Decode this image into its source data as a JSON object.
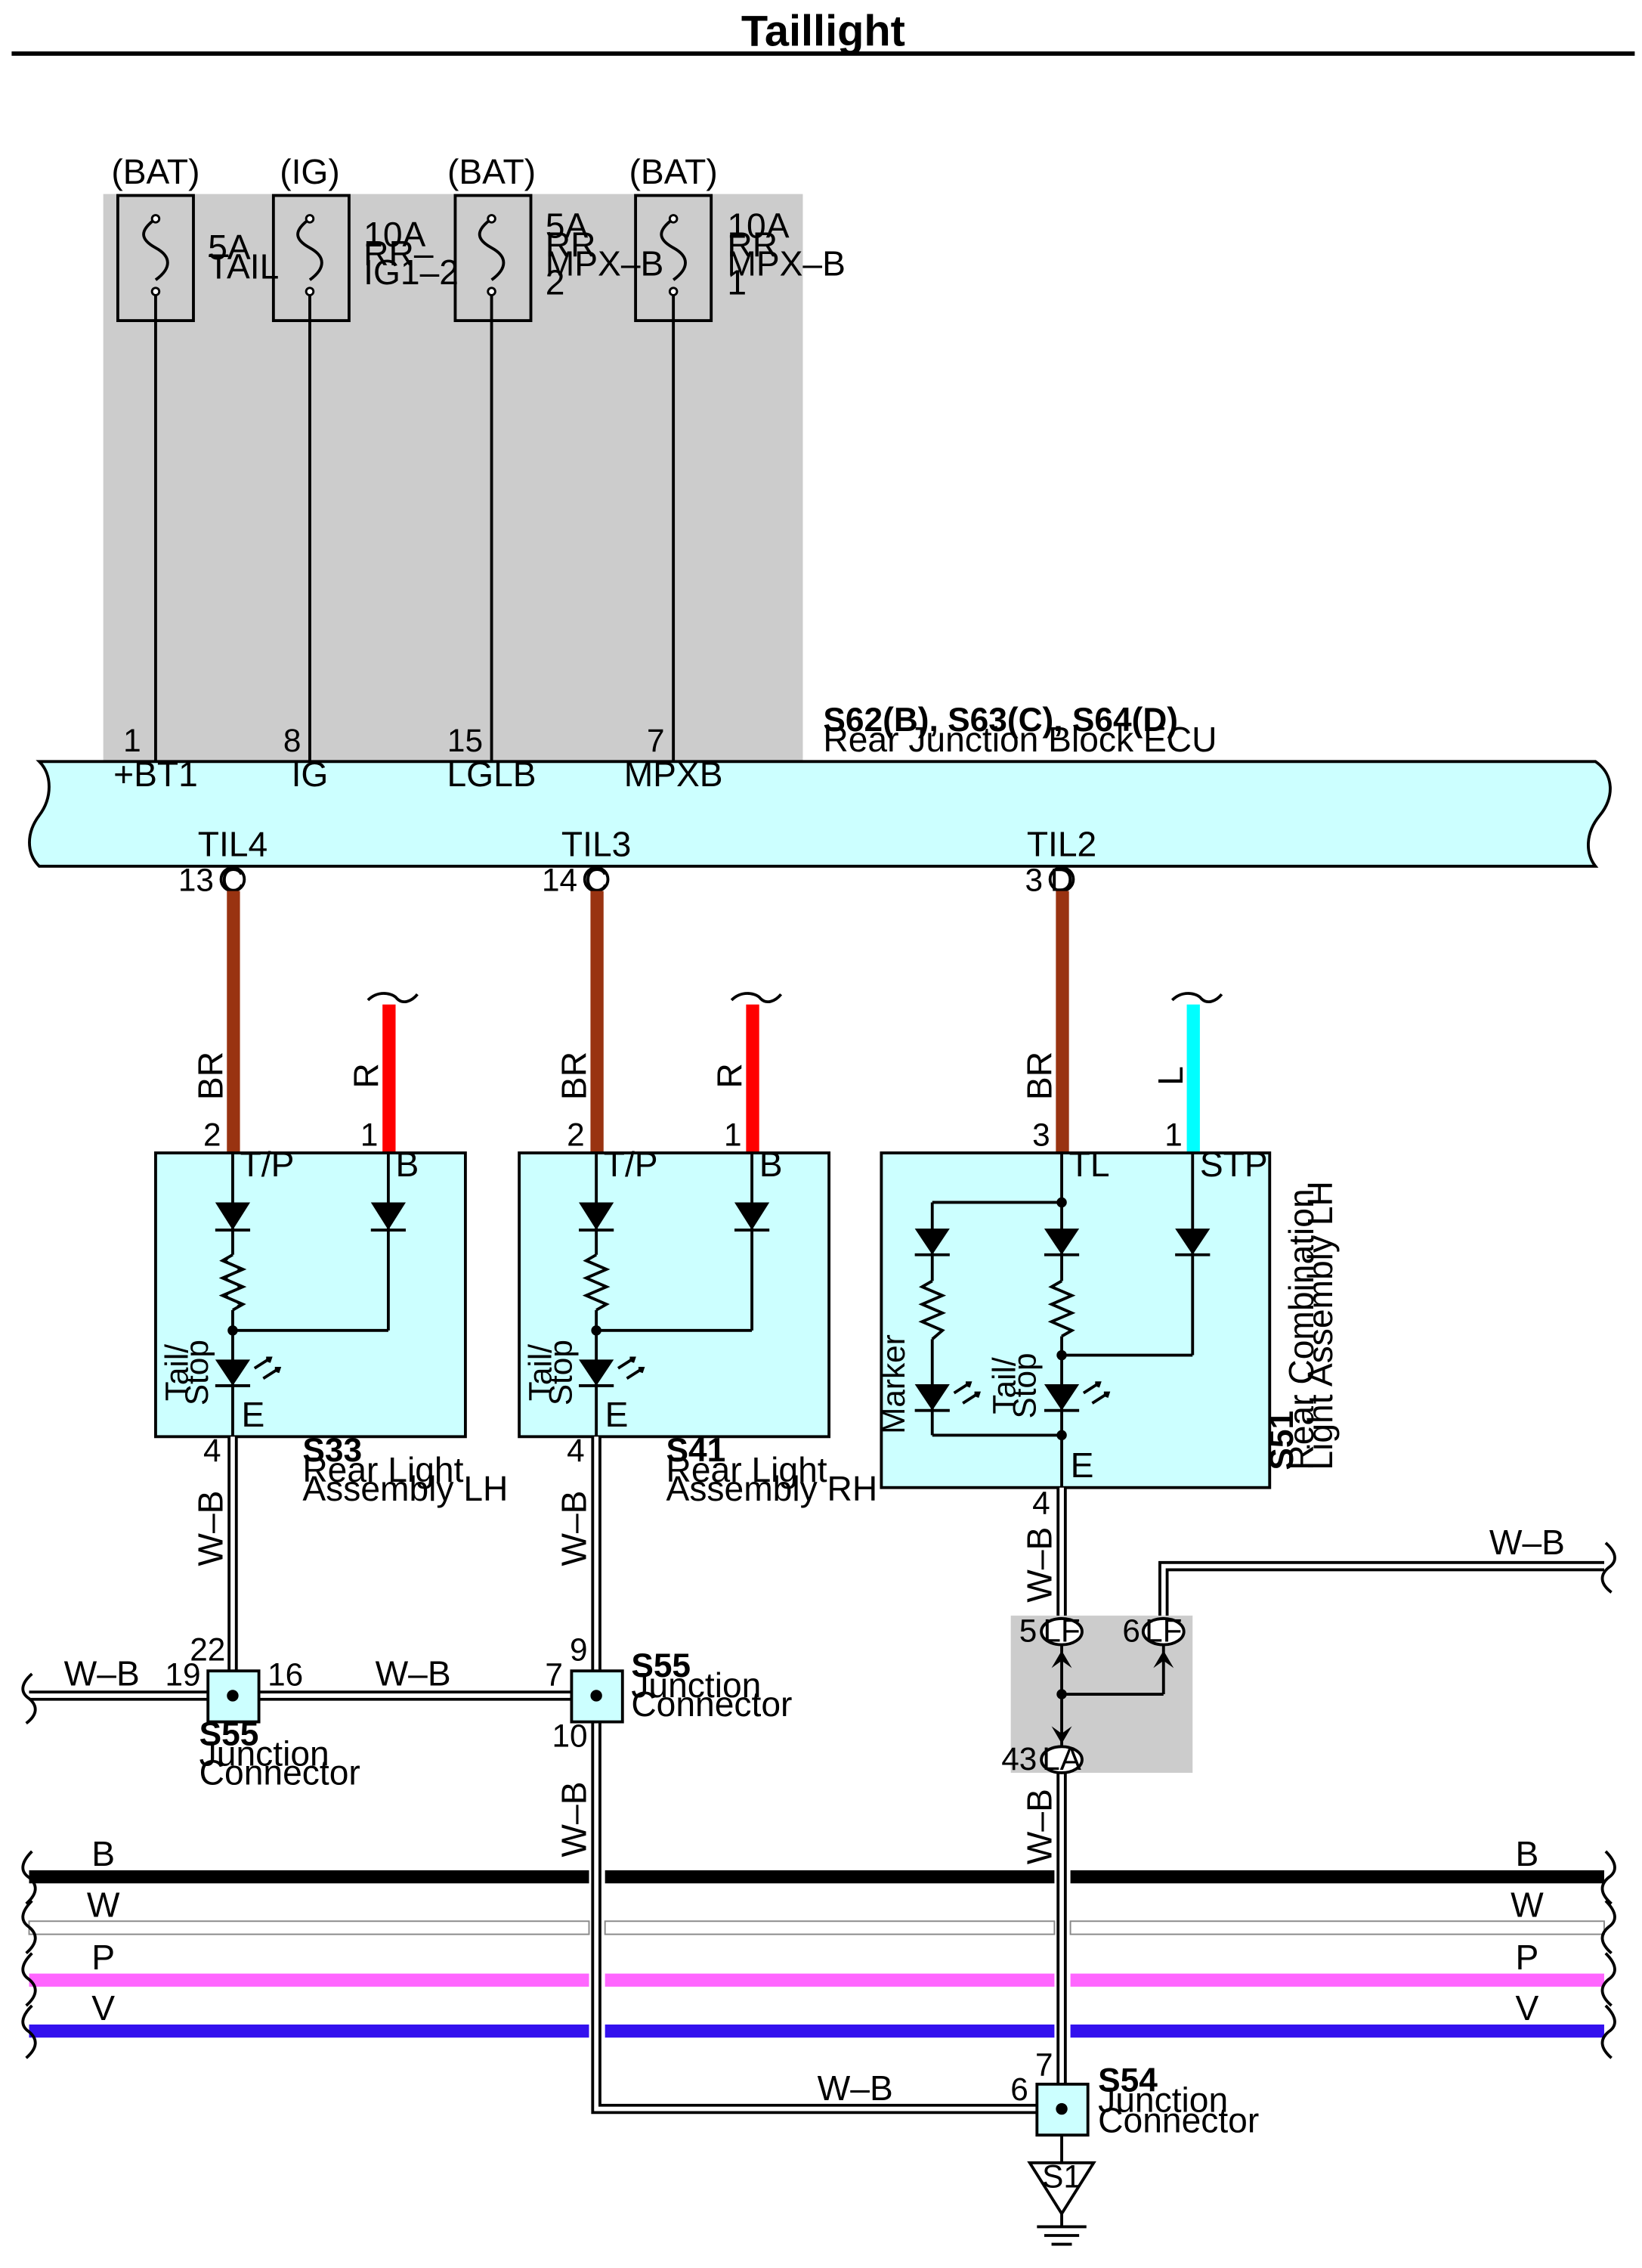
{
  "title": "Taillight",
  "fuses": [
    {
      "source": "(BAT)",
      "lines": [
        "5A",
        "TAIL"
      ],
      "pin": "1",
      "terminal": "+BT1"
    },
    {
      "source": "(IG)",
      "lines": [
        "10A",
        "RR–",
        "IG1–2"
      ],
      "pin": "8",
      "terminal": "IG"
    },
    {
      "source": "(BAT)",
      "lines": [
        "5A",
        "RR",
        "MPX–B",
        "2"
      ],
      "pin": "15",
      "terminal": "LGLB"
    },
    {
      "source": "(BAT)",
      "lines": [
        "10A",
        "RR",
        "MPX–B",
        "1"
      ],
      "pin": "7",
      "terminal": "MPXB"
    }
  ],
  "ecu": {
    "code": "S62(B), S63(C), S64(D)",
    "name": "Rear Junction Block ECU"
  },
  "ecu_outputs": [
    {
      "name": "TIL4",
      "pin": "13",
      "conn": "C"
    },
    {
      "name": "TIL3",
      "pin": "14",
      "conn": "C"
    },
    {
      "name": "TIL2",
      "pin": "3",
      "conn": "D"
    }
  ],
  "wires": {
    "br": "BR",
    "r": "R",
    "l": "L",
    "wb": "W–B"
  },
  "lamp_lh": {
    "code": "S33",
    "name_lines": [
      "Rear Light",
      "Assembly LH"
    ],
    "pin_tp": "2",
    "pin_b": "1",
    "term_tp": "T/P",
    "term_b": "B",
    "term_e": "E",
    "pin_e": "4",
    "bulb": [
      "Tail/",
      "Stop"
    ]
  },
  "lamp_rh": {
    "code": "S41",
    "name_lines": [
      "Rear Light",
      "Assembly RH"
    ],
    "pin_tp": "2",
    "pin_b": "1",
    "term_tp": "T/P",
    "term_b": "B",
    "term_e": "E",
    "pin_e": "4",
    "bulb": [
      "Tail/",
      "Stop"
    ]
  },
  "lamp_comb": {
    "code": "S51",
    "name_lines": [
      "Rear Combination",
      "Light Assembly LH"
    ],
    "pin_tl": "3",
    "pin_stp": "1",
    "term_tl": "TL",
    "term_stp": "STP",
    "term_e": "E",
    "pin_e": "4",
    "marker": "Marker",
    "bulb": [
      "Tail/",
      "Stop"
    ]
  },
  "junction_left": {
    "code": "S55",
    "name_lines": [
      "Junction",
      "Connector"
    ],
    "pins": [
      "22",
      "19",
      "16"
    ]
  },
  "junction_mid": {
    "code": "S55",
    "name_lines": [
      "Junction",
      "Connector"
    ],
    "pins": [
      "9",
      "7",
      "10"
    ]
  },
  "junction_bottom": {
    "code": "S54",
    "name_lines": [
      "Junction",
      "Connector"
    ],
    "pins": [
      "7",
      "6"
    ]
  },
  "lf_connector": {
    "pins": [
      "5",
      "6",
      "43"
    ],
    "labels": [
      "LF",
      "LF",
      "LA"
    ]
  },
  "ground": "S1",
  "bus_lines": [
    {
      "label": "B",
      "color": "#000000"
    },
    {
      "label": "W",
      "color": "#ffffff"
    },
    {
      "label": "P",
      "color": "#ff66ff"
    },
    {
      "label": "V",
      "color": "#3311ee"
    }
  ],
  "colors": {
    "ecu_fill": "#ccffff",
    "shade": "#cccccc",
    "brown": "#993311",
    "red": "#ff0000",
    "blue": "#00ffff"
  }
}
